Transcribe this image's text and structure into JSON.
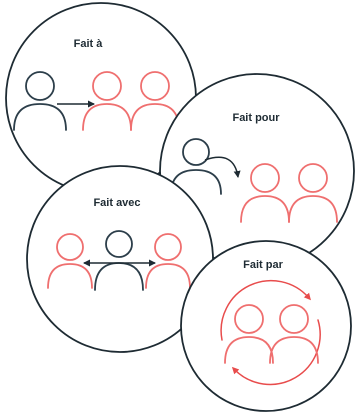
{
  "colors": {
    "outline": "#1e2b33",
    "dark_figure": "#2c3e4a",
    "red_figure": "#ef6f6f",
    "red_arrow": "#e84c4c"
  },
  "panels": [
    {
      "key": "fait_a",
      "title": "Fait à"
    },
    {
      "key": "fait_pour",
      "title": "Fait pour"
    },
    {
      "key": "fait_avec",
      "title": "Fait avec"
    },
    {
      "key": "fait_par",
      "title": "Fait par"
    }
  ]
}
